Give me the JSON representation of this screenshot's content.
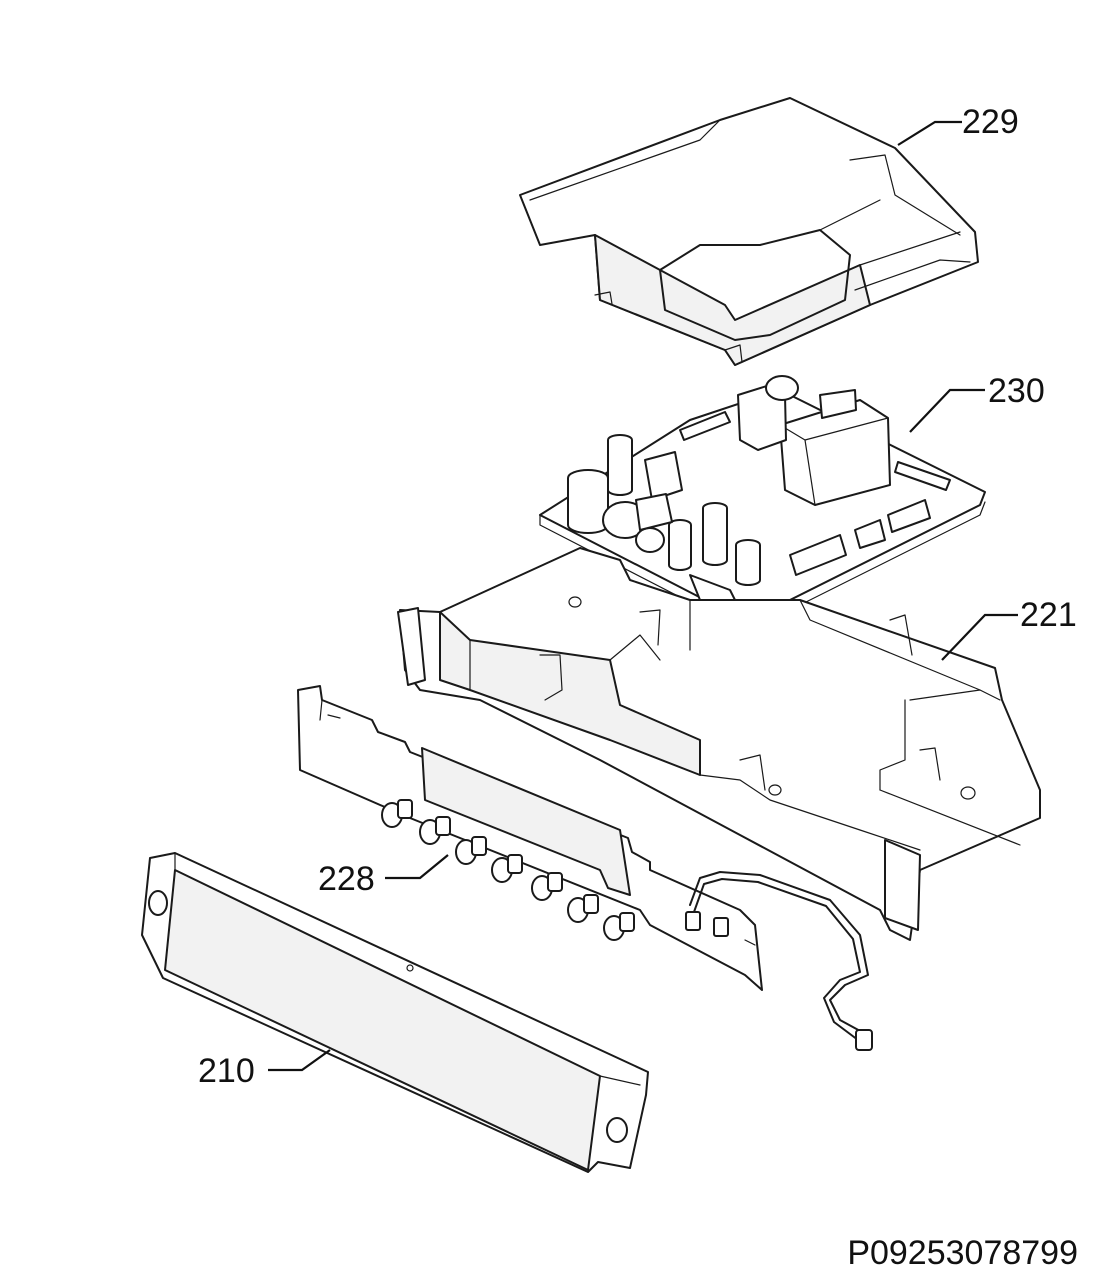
{
  "callouts": {
    "c229": "229",
    "c230": "230",
    "c221": "221",
    "c228": "228",
    "c210": "210"
  },
  "document_id": "P09253078799"
}
